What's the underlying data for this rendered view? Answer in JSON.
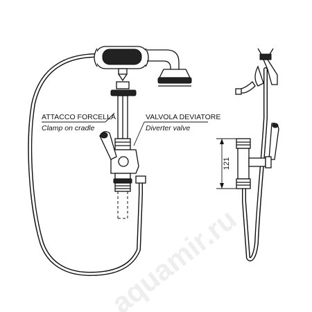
{
  "labels": {
    "clamp_it": "ATTACCO FORCELLA",
    "clamp_en": "Clamp on cradle",
    "valve_it": "VALVOLA DEVIATORE",
    "valve_en": "Diverter valve"
  },
  "dimension": {
    "height": "121"
  },
  "watermark": "aquamir.ru"
}
